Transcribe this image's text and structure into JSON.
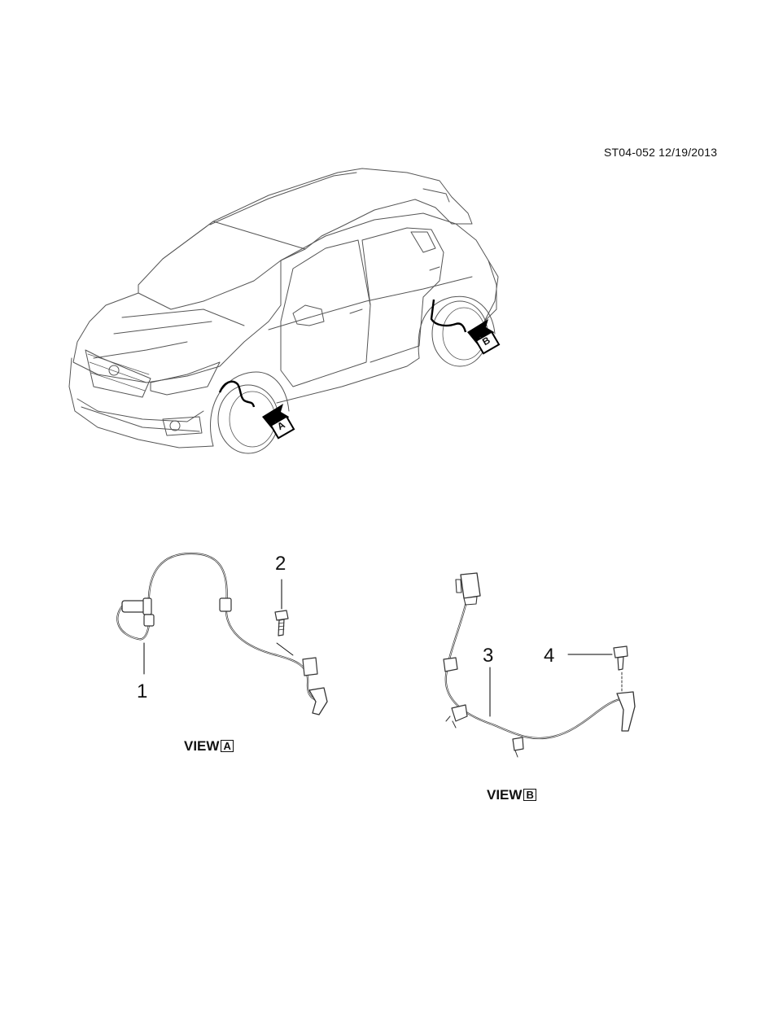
{
  "reference": "ST04-052 12/19/2013",
  "callouts": {
    "c1": "1",
    "c2": "2",
    "c3": "3",
    "c4": "4"
  },
  "car_arrows": {
    "a": "A",
    "b": "B"
  },
  "views": {
    "a": {
      "word": "VIEW",
      "letter": "A"
    },
    "b": {
      "word": "VIEW",
      "letter": "B"
    }
  }
}
